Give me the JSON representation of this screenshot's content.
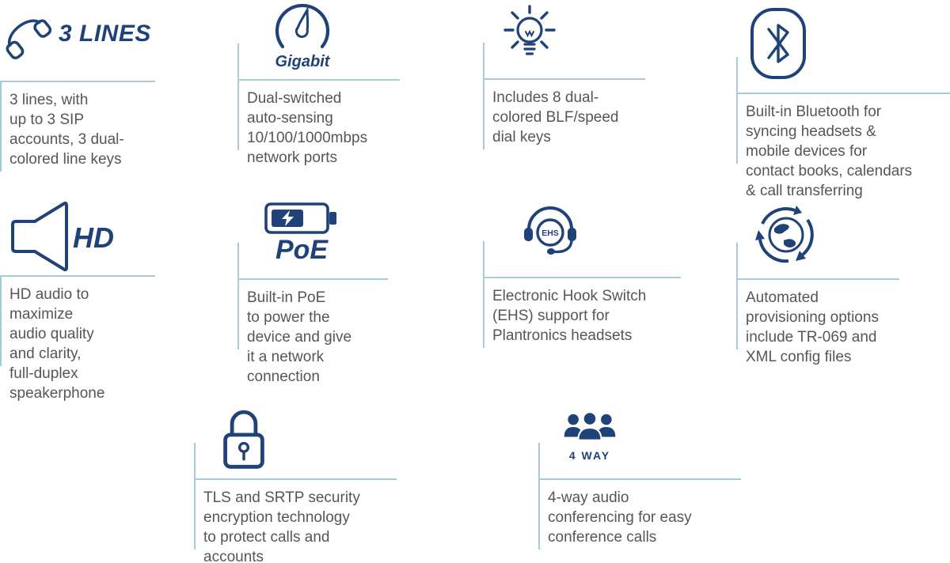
{
  "colors": {
    "icon_navy": "#1f4379",
    "divider_light_blue": "#a5cbdd",
    "body_text_gray": "#54565b",
    "background": "#ffffff"
  },
  "features": [
    {
      "label": "3 LINES",
      "icon": "phone-handset-icon",
      "description": "3 lines, with\nup to 3 SIP\naccounts, 3 dual-\ncolored line keys"
    },
    {
      "label": "Gigabit",
      "icon": "speedometer-icon",
      "description": "Dual-switched\nauto-sensing\n10/100/1000mbps\nnetwork ports"
    },
    {
      "label": "",
      "icon": "lightbulb-icon",
      "description": "Includes 8 dual-\ncolored BLF/speed\ndial keys"
    },
    {
      "label": "",
      "icon": "bluetooth-icon",
      "description": "Built-in Bluetooth for\nsyncing headsets &\nmobile devices for\ncontact books, calendars\n& call transferring"
    },
    {
      "label": "HD",
      "icon": "hd-speaker-icon",
      "description": "HD audio to\nmaximize\naudio quality\nand clarity,\nfull-duplex\nspeakerphone"
    },
    {
      "label": "PoE",
      "icon": "poe-battery-icon",
      "description": "Built-in PoE\nto power the\ndevice and give\nit a network\nconnection"
    },
    {
      "label": "EHS",
      "icon": "ehs-headset-icon",
      "description": "Electronic Hook Switch\n(EHS) support for\nPlantronics headsets"
    },
    {
      "label": "",
      "icon": "globe-provisioning-icon",
      "description": "Automated\nprovisioning options\ninclude TR-069 and\nXML config files"
    },
    {
      "label": "",
      "icon": "security-lock-icon",
      "description": "TLS and SRTP security\nencryption technology\nto protect calls and\naccounts"
    },
    {
      "label": "4 WAY",
      "icon": "conference-people-icon",
      "description": "4-way audio\nconferencing for easy\nconference calls"
    }
  ]
}
